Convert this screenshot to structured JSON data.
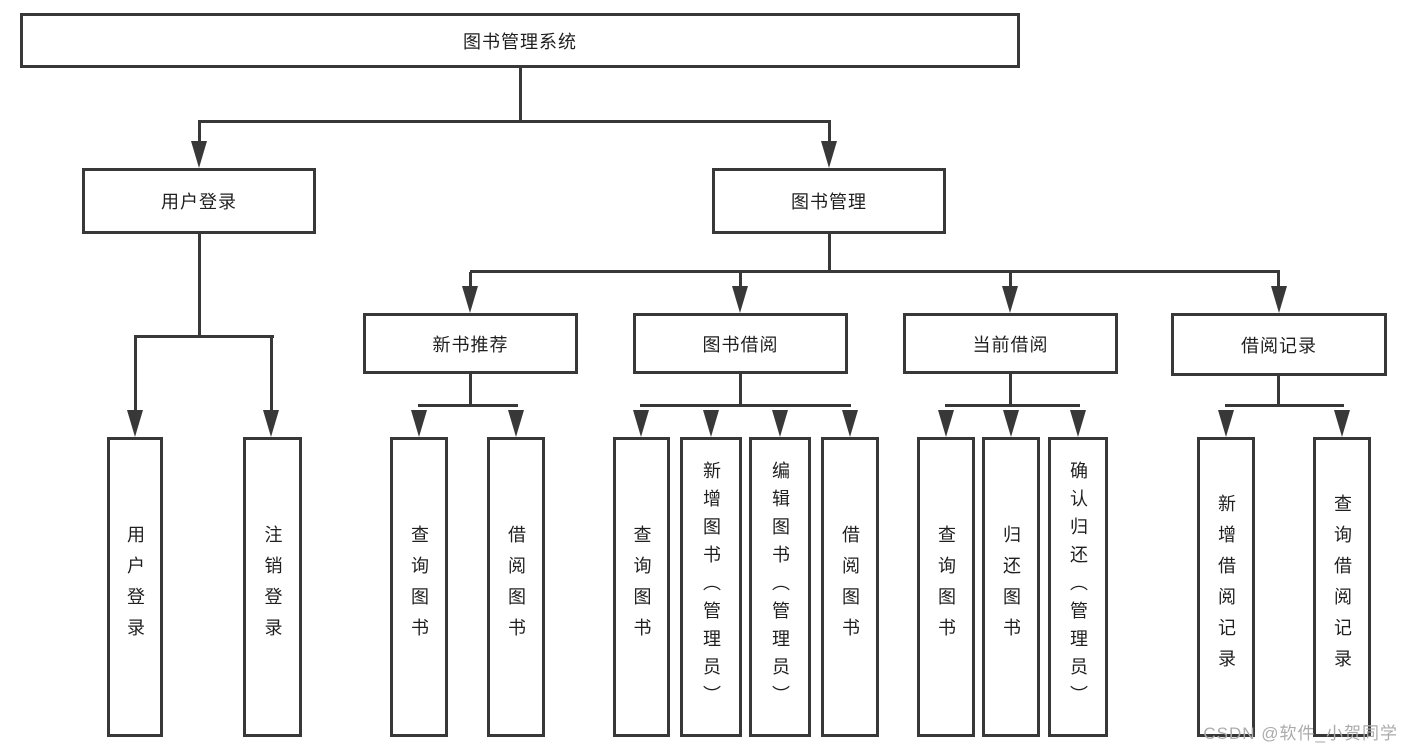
{
  "colors": {
    "line": "#383838",
    "text": "#1f1f1f",
    "watermark": "#ababab"
  },
  "nodes": {
    "root": "图书管理系统",
    "user_login": "用户登录",
    "book_mgmt": "图书管理",
    "new_book_rec": "新书推荐",
    "book_borrow": "图书借阅",
    "current_borrow": "当前借阅",
    "borrow_records": "借阅记录",
    "leaf_user_login": "用户登录",
    "leaf_logout": "注销登录",
    "leaf_nb_query": "查询图书",
    "leaf_nb_borrow": "借阅图书",
    "leaf_bb_query": "查询图书",
    "leaf_bb_add": "新增图书（管理员）",
    "leaf_bb_edit": "编辑图书（管理员）",
    "leaf_bb_borrow": "借阅图书",
    "leaf_cb_query": "查询图书",
    "leaf_cb_return": "归还图书",
    "leaf_cb_confirm": "确认归还（管理员）",
    "leaf_br_add": "新增借阅记录",
    "leaf_br_query": "查询借阅记录"
  },
  "watermark": "CSDN @软件_小贺同学"
}
